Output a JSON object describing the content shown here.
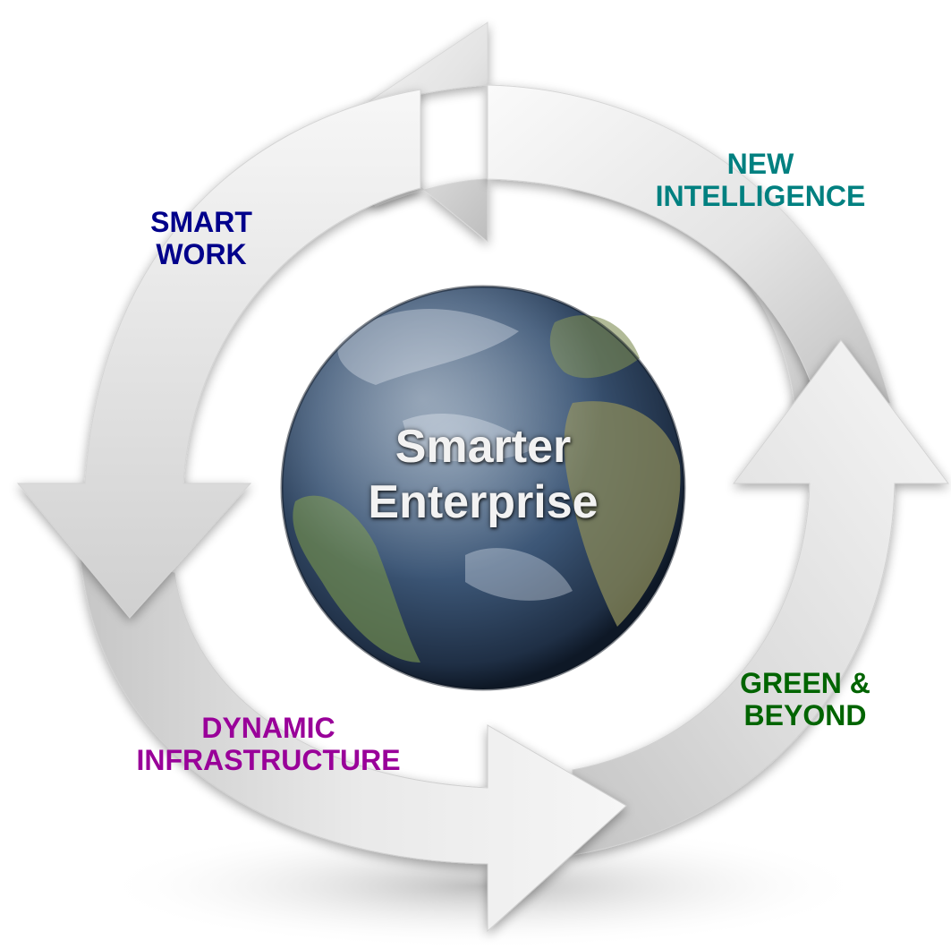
{
  "center": {
    "line1": "Smarter",
    "line2": "Enterprise"
  },
  "cycle_stages": [
    {
      "id": "smart-work",
      "line1": "SMART",
      "line2": "WORK",
      "color": "#00008b"
    },
    {
      "id": "new-intelligence",
      "line1": "NEW",
      "line2": "INTELLIGENCE",
      "color": "#008080"
    },
    {
      "id": "green-beyond",
      "line1": "GREEN &",
      "line2": "BEYOND",
      "color": "#006400"
    },
    {
      "id": "dynamic-infrastructure",
      "line1": "DYNAMIC",
      "line2": "INFRASTRUCTURE",
      "color": "#990099"
    }
  ],
  "colors": {
    "arrow_light": "#f4f4f4",
    "arrow_dark": "#b8b8b8",
    "globe_ocean": "#2f4a6e",
    "globe_land": "#7a8a55"
  }
}
